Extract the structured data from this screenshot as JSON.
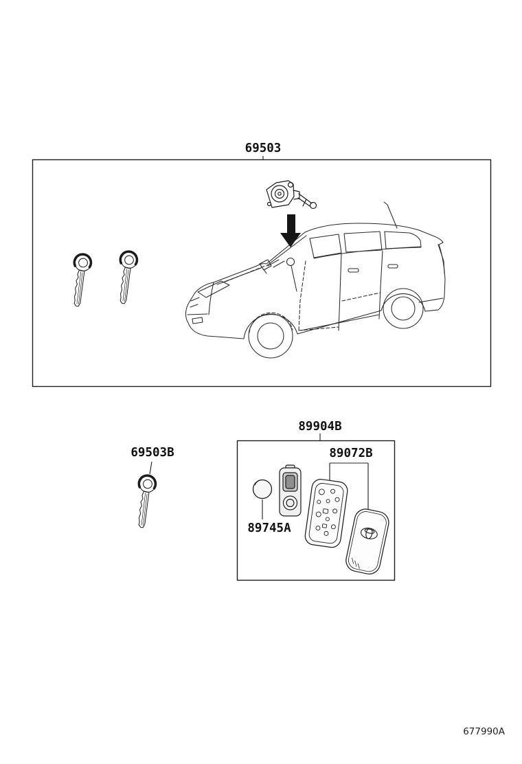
{
  "document": {
    "type": "parts-diagram",
    "footer_code": "677990A",
    "background_color": "#ffffff",
    "line_color": "#1c1c1c"
  },
  "callouts": {
    "cylinder_set_with_key": "69503",
    "key_blank": "69503B",
    "transmitter_assembly": "89904B",
    "transmitter_housing": "89072B",
    "transmitter_battery": "89745A"
  }
}
